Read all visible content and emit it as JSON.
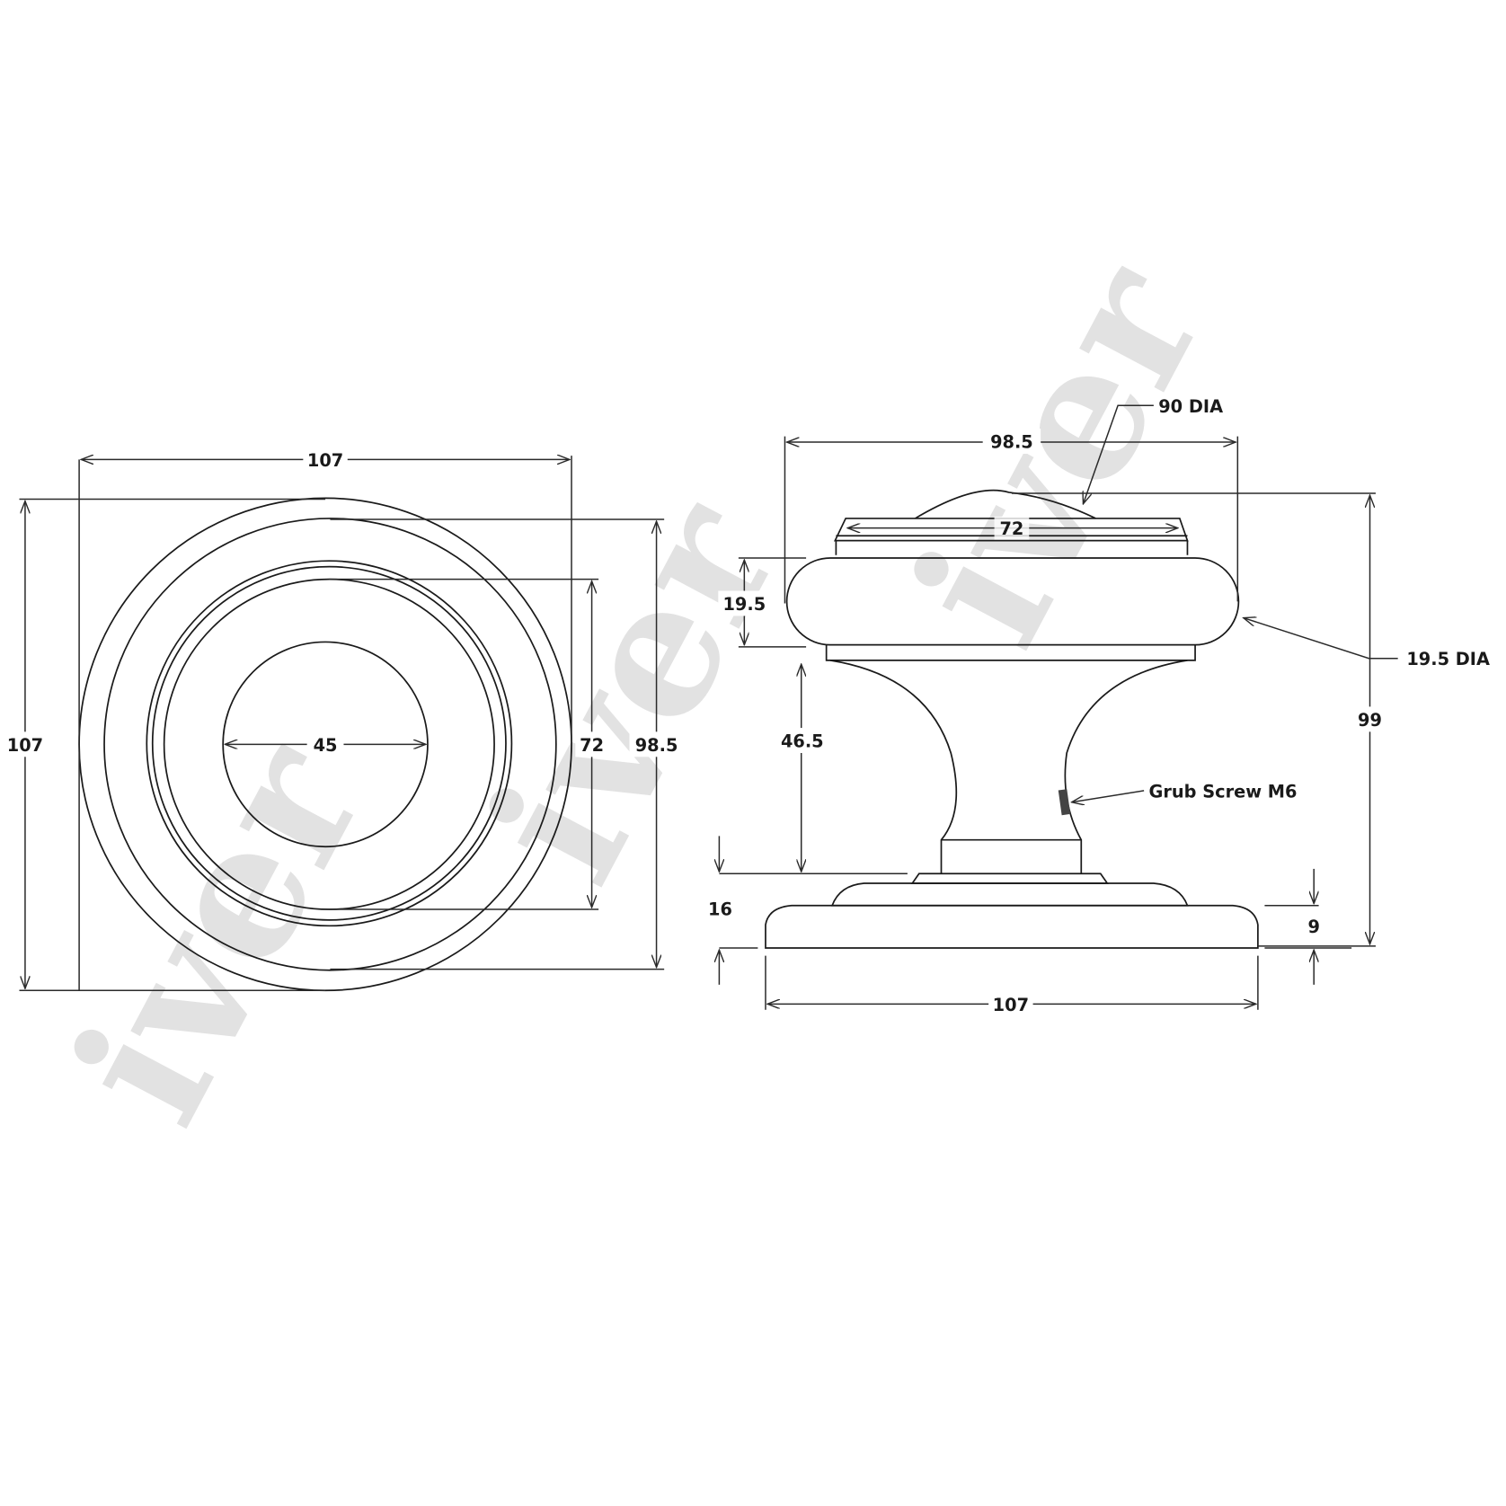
{
  "watermark": {
    "text_1": "iver",
    "text_2": "iver",
    "text_3": "iver",
    "color": "#d9d9d9"
  },
  "front_view": {
    "overall_width": "107",
    "overall_height": "107",
    "rose_diameter": "98.5",
    "knob_face_diameter": "72",
    "center_diameter": "45"
  },
  "side_view": {
    "knob_width": "98.5",
    "dome_diameter_callout": "90 DIA",
    "top_face_width": "72",
    "rim_height": "19.5",
    "rim_radius_callout": "19.5 DIA",
    "neck_height": "46.5",
    "overall_height": "99",
    "grub_screw_callout": "Grub Screw M6",
    "rose_stack_height": "16",
    "rose_base_height": "9",
    "rose_width": "107"
  },
  "colors": {
    "line": "#1a1a1a",
    "background": "#ffffff"
  }
}
